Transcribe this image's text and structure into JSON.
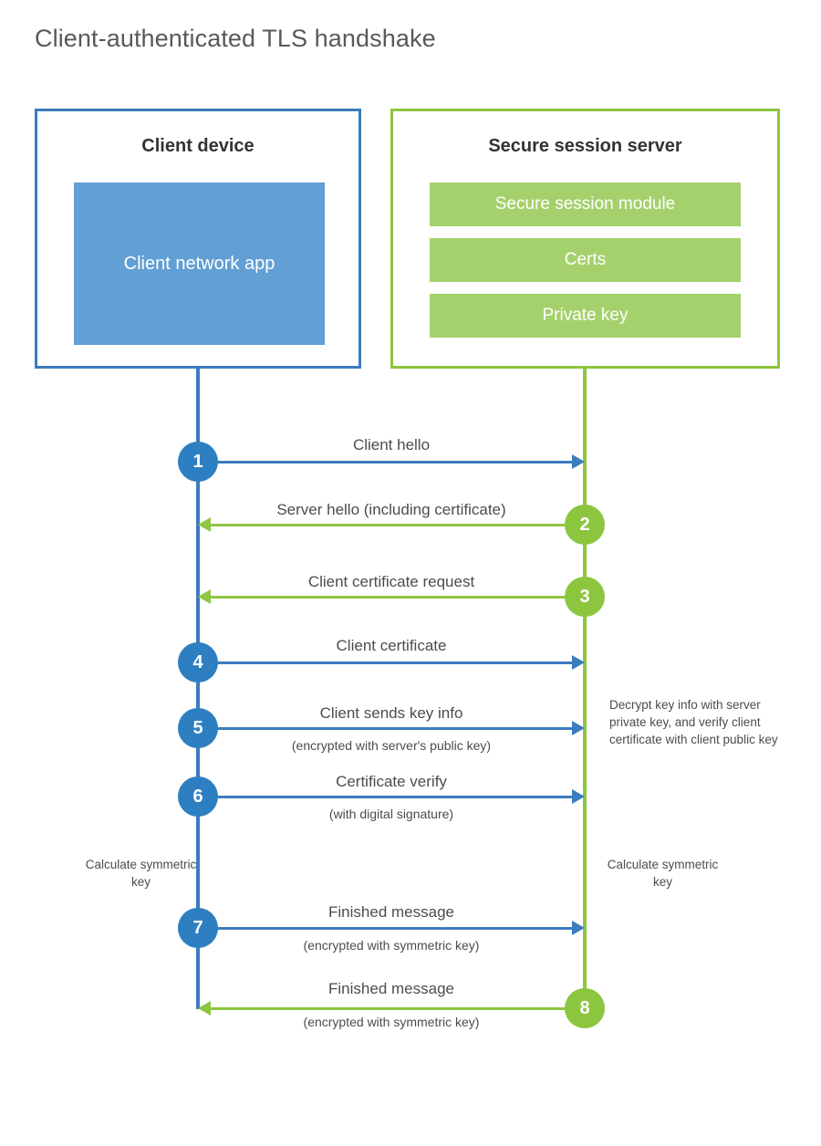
{
  "title": "Client-authenticated TLS handshake",
  "colors": {
    "client_blue": "#3c7cbf",
    "client_app_fill": "#619fd4",
    "server_green": "#8dc63f",
    "server_bar_fill": "#a5d16c",
    "step_blue": "#2e7fc1",
    "step_green": "#8cc63f",
    "text": "#4c4c4e",
    "title_text": "#58595b"
  },
  "actors": {
    "client": {
      "title": "Client device",
      "app_label": "Client network app"
    },
    "server": {
      "title": "Secure session server",
      "components": [
        "Secure session module",
        "Certs",
        "Private key"
      ]
    }
  },
  "steps": [
    {
      "number": "1",
      "label": "Client hello",
      "sub": "",
      "direction": "client-to-server",
      "color": "blue"
    },
    {
      "number": "2",
      "label": "Server hello (including certificate)",
      "sub": "",
      "direction": "server-to-client",
      "color": "green"
    },
    {
      "number": "3",
      "label": "Client certificate request",
      "sub": "",
      "direction": "server-to-client",
      "color": "green"
    },
    {
      "number": "4",
      "label": "Client certificate",
      "sub": "",
      "direction": "client-to-server",
      "color": "blue"
    },
    {
      "number": "5",
      "label": "Client sends key info",
      "sub": "(encrypted with server's public key)",
      "direction": "client-to-server",
      "color": "blue"
    },
    {
      "number": "6",
      "label": "Certificate verify",
      "sub": "(with digital signature)",
      "direction": "client-to-server",
      "color": "blue"
    },
    {
      "number": "7",
      "label": "Finished message",
      "sub": "(encrypted with symmetric key)",
      "direction": "client-to-server",
      "color": "blue"
    },
    {
      "number": "8",
      "label": "Finished message",
      "sub": "(encrypted with symmetric key)",
      "direction": "server-to-client",
      "color": "green"
    }
  ],
  "notes": {
    "server_decrypt": "Decrypt key info with server private key, and verify client certificate with client public key",
    "client_calculate": "Calculate symmetric key",
    "server_calculate": "Calculate symmetric key"
  }
}
